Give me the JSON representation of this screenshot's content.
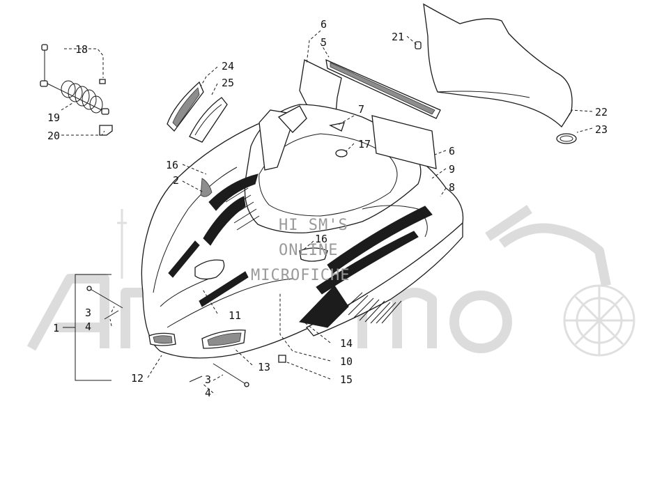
{
  "watermark": {
    "line1": "HI SM'S",
    "line2": "ONLINE",
    "line3": "MICROFICHE",
    "logo_text": "ArtMoto",
    "logo_icon": "motorcycle-watermark-icon"
  },
  "callouts": [
    {
      "id": "c18",
      "text": "18"
    },
    {
      "id": "c19",
      "text": "19"
    },
    {
      "id": "c20",
      "text": "20"
    },
    {
      "id": "c24",
      "text": "24"
    },
    {
      "id": "c25",
      "text": "25"
    },
    {
      "id": "c6a",
      "text": "6"
    },
    {
      "id": "c5",
      "text": "5"
    },
    {
      "id": "c21",
      "text": "21"
    },
    {
      "id": "c22",
      "text": "22"
    },
    {
      "id": "c23",
      "text": "23"
    },
    {
      "id": "c7",
      "text": "7"
    },
    {
      "id": "c17",
      "text": "17"
    },
    {
      "id": "c6b",
      "text": "6"
    },
    {
      "id": "c9",
      "text": "9"
    },
    {
      "id": "c8",
      "text": "8"
    },
    {
      "id": "c16a",
      "text": "16"
    },
    {
      "id": "c2",
      "text": "2"
    },
    {
      "id": "c16b",
      "text": "16"
    },
    {
      "id": "c1",
      "text": "1"
    },
    {
      "id": "c3a",
      "text": "3"
    },
    {
      "id": "c4a",
      "text": "4"
    },
    {
      "id": "c11",
      "text": "11"
    },
    {
      "id": "c14",
      "text": "14"
    },
    {
      "id": "c10",
      "text": "10"
    },
    {
      "id": "c13",
      "text": "13"
    },
    {
      "id": "c15",
      "text": "15"
    },
    {
      "id": "c12",
      "text": "12"
    },
    {
      "id": "c3b",
      "text": "3"
    },
    {
      "id": "c4b",
      "text": "4"
    }
  ]
}
